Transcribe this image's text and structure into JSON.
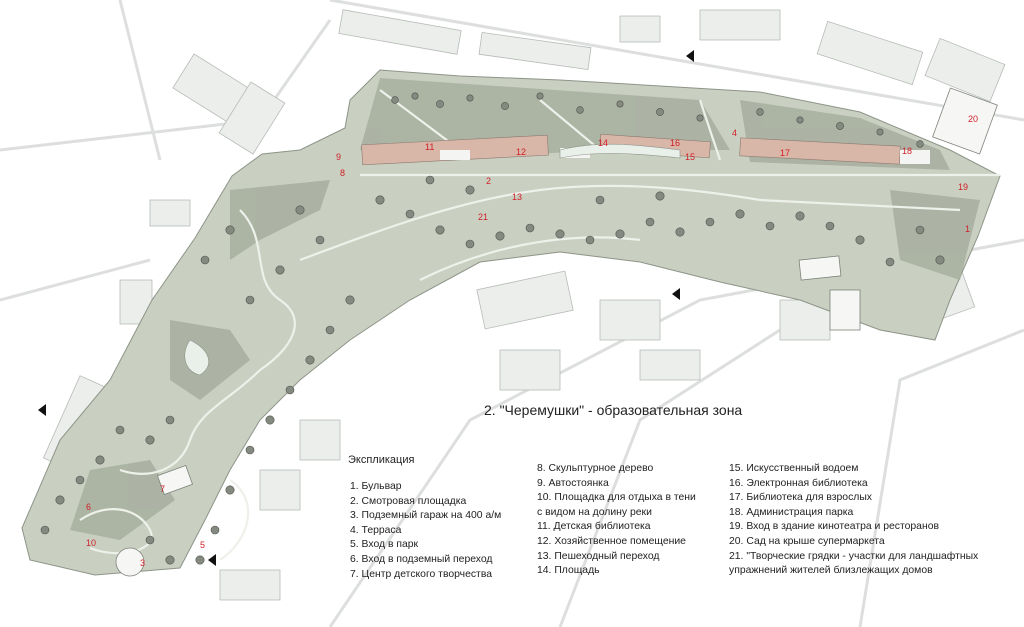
{
  "title": "2. \"Черемушки\" - образовательная зона",
  "legend": {
    "heading": "Экспликация",
    "items": [
      "1. Бульвар",
      "2. Смотровая площадка",
      "3. Подземный гараж на 400 а/м",
      "4. Терраса",
      "5. Вход в парк",
      "6. Вход в подземный переход",
      "7. Центр детского творчества",
      "8. Скульптурное дерево",
      "9. Автостоянка",
      "10. Площадка для отдыха в тени",
      "с видом на долину реки",
      "11. Детская библиотека",
      "12. Хозяйственное помещение",
      "13. Пешеходный переход",
      "14. Площадь",
      "15. Искусственный водоем",
      "16. Электронная библиотека",
      "17. Библиотека для взрослых",
      "18. Администрация парка",
      "19. Вход в здание кинотеатра и ресторанов",
      "20. Сад на крыше супермаркета",
      "21. \"Творческие грядки - участки для ландшафтных",
      "упражнений жителей близлежащих домов"
    ]
  },
  "markers": {
    "m1": "1",
    "m2": "2",
    "m3": "3",
    "m4": "4",
    "m5": "5",
    "m6": "6",
    "m7": "7",
    "m8": "8",
    "m9": "9",
    "m10": "10",
    "m11": "11",
    "m12": "12",
    "m13": "13",
    "m14": "14",
    "m15": "15",
    "m16": "16",
    "m17": "17",
    "m18": "18",
    "m19": "19",
    "m20": "20",
    "m21": "21"
  },
  "colors": {
    "park": "#c9cfc1",
    "park_dark": "#a9b0a1",
    "building": "#e9ecea",
    "label": "#d0202a"
  }
}
